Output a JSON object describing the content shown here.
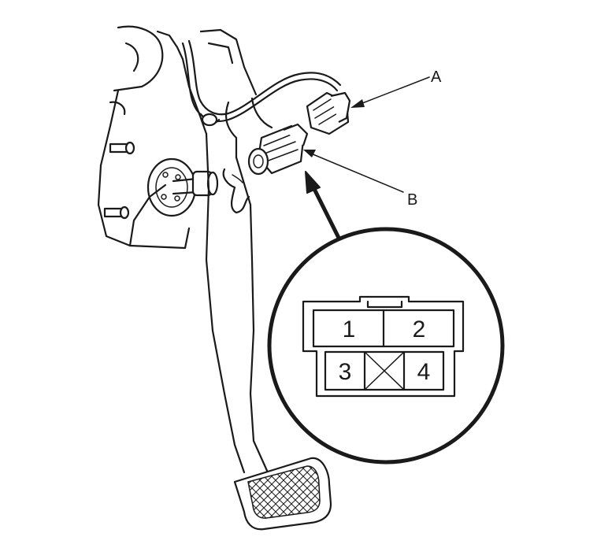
{
  "callouts": {
    "a": "A",
    "b": "B"
  },
  "connector_pins": {
    "p1": "1",
    "p2": "2",
    "p3": "3",
    "p4": "4"
  },
  "colors": {
    "ink": "#1a1a1a",
    "background": "#ffffff"
  }
}
